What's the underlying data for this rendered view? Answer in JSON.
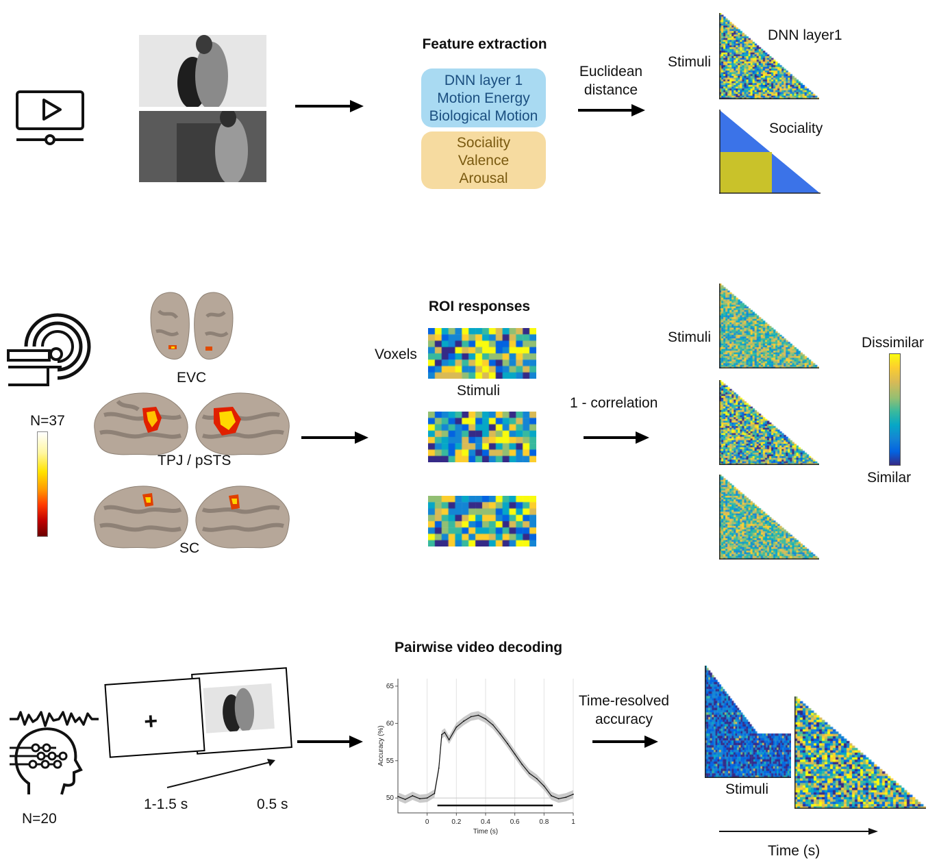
{
  "row1": {
    "feature_title": "Feature extraction",
    "feature_blue": [
      "DNN layer 1",
      "Motion Energy",
      "Biological Motion"
    ],
    "feature_yellow": [
      "Sociality",
      "Valence",
      "Arousal"
    ],
    "arrow_label": [
      "Euclidean",
      "distance"
    ],
    "axis_label": "Stimuli",
    "rdm_labels": [
      "DNN layer1",
      "Sociality"
    ]
  },
  "row2": {
    "regions": [
      "EVC",
      "TPJ / pSTS",
      "SC"
    ],
    "colorbar_label": "N=37",
    "roi_title": "ROI responses",
    "voxels_label": "Voxels",
    "stimuli_label": "Stimuli",
    "arrow_label": "1 - correlation",
    "rdm_axis_label": "Stimuli",
    "colorbar_top": "Dissimilar",
    "colorbar_bottom": "Similar"
  },
  "row3": {
    "n_label": "N=20",
    "fixation": "+",
    "duration_fixation": "1-1.5 s",
    "duration_video": "0.5 s",
    "plot_title": "Pairwise video decoding",
    "arrow_label": [
      "Time-resolved",
      "accuracy"
    ],
    "stimuli_label": "Stimuli",
    "time_label": "Time (s)"
  },
  "chart_data": {
    "type": "line",
    "title": "",
    "xlabel": "Time (s)",
    "ylabel": "Accuracy (%)",
    "xlim": [
      -0.2,
      1.0
    ],
    "ylim": [
      48,
      66
    ],
    "xticks": [
      "0",
      "0.2",
      "0.4",
      "0.6",
      "0.8",
      "1"
    ],
    "yticks": [
      "50",
      "55",
      "60",
      "65"
    ],
    "grid": "vertical",
    "significance_bar": [
      0.07,
      0.86
    ],
    "series": [
      {
        "x": [
          -0.2,
          -0.15,
          -0.1,
          -0.05,
          0,
          0.05,
          0.08,
          0.1,
          0.12,
          0.15,
          0.2,
          0.25,
          0.3,
          0.35,
          0.4,
          0.45,
          0.5,
          0.55,
          0.6,
          0.65,
          0.7,
          0.75,
          0.8,
          0.85,
          0.9,
          0.95,
          1.0
        ],
        "values": [
          50.2,
          49.8,
          50.3,
          49.9,
          50.0,
          50.6,
          54.0,
          58.5,
          58.8,
          57.8,
          59.5,
          60.3,
          60.9,
          61.1,
          60.6,
          59.8,
          58.6,
          57.3,
          55.9,
          54.5,
          53.3,
          52.6,
          51.6,
          50.3,
          49.9,
          50.1,
          50.5
        ]
      }
    ]
  },
  "colors": {
    "arrow": "#000000",
    "feature_blue_bg": "#a9daf2",
    "feature_yellow_bg": "#f6dba0",
    "rdm_blue": "#3b73e8",
    "rdm_olive": "#c9c22a",
    "parula": [
      "#352a87",
      "#0363e1",
      "#1485d4",
      "#06a7c6",
      "#38b99e",
      "#92bf73",
      "#d9ba56",
      "#fcce2e",
      "#f9fb0e"
    ]
  }
}
